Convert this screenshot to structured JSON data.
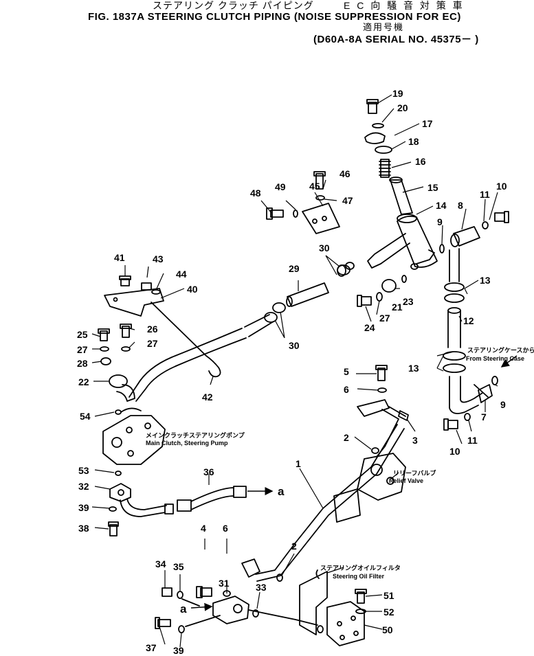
{
  "header": {
    "jp_title": "ステアリング クラッチ パイピング",
    "jp_note": "E C 向 騒 音 対 策 車",
    "title": "FIG. 1837A STEERING CLUTCH PIPING (NOISE SUPPRESSION FOR EC)",
    "jp_serial": "適用号機",
    "serial": "(D60A-8A SERIAL NO. 45375－ )"
  },
  "labels": {
    "from_case_jp": "ステアリングケースから",
    "from_case_en": "From Steering Case",
    "pump_jp": "メインクラッチステアリングポンプ",
    "pump_en": "Main Clutch, Steering Pump",
    "relief_jp": "リリーフバルブ",
    "relief_en": "Relief Valve",
    "filter_jp": "ステアリングオイルフィルタ",
    "filter_en": "Steering Oil Filter",
    "arrow_a": "a"
  },
  "parts": {
    "p1": "1",
    "p2a": "2",
    "p2b": "2",
    "p3": "3",
    "p4": "4",
    "p5": "5",
    "p6a": "6",
    "p6b": "6",
    "p7": "7",
    "p8": "8",
    "p9a": "9",
    "p9b": "9",
    "p10a": "10",
    "p10b": "10",
    "p11a": "11",
    "p11b": "11",
    "p12": "12",
    "p13a": "13",
    "p13b": "13",
    "p14": "14",
    "p15": "15",
    "p16": "16",
    "p17": "17",
    "p18": "18",
    "p19": "19",
    "p20": "20",
    "p21": "21",
    "p22": "22",
    "p23": "23",
    "p24": "24",
    "p25": "25",
    "p26": "26",
    "p27a": "27",
    "p27b": "27",
    "p27c": "27",
    "p28": "28",
    "p29": "29",
    "p30a": "30",
    "p30b": "30",
    "p31": "31",
    "p32": "32",
    "p33": "33",
    "p34": "34",
    "p35": "35",
    "p36": "36",
    "p37": "37",
    "p38": "38",
    "p39a": "39",
    "p39b": "39",
    "p40": "40",
    "p41": "41",
    "p42": "42",
    "p43": "43",
    "p44": "44",
    "p45": "45",
    "p46": "46",
    "p47": "47",
    "p48": "48",
    "p49": "49",
    "p50": "50",
    "p51": "51",
    "p52": "52",
    "p53": "53",
    "p54": "54"
  }
}
